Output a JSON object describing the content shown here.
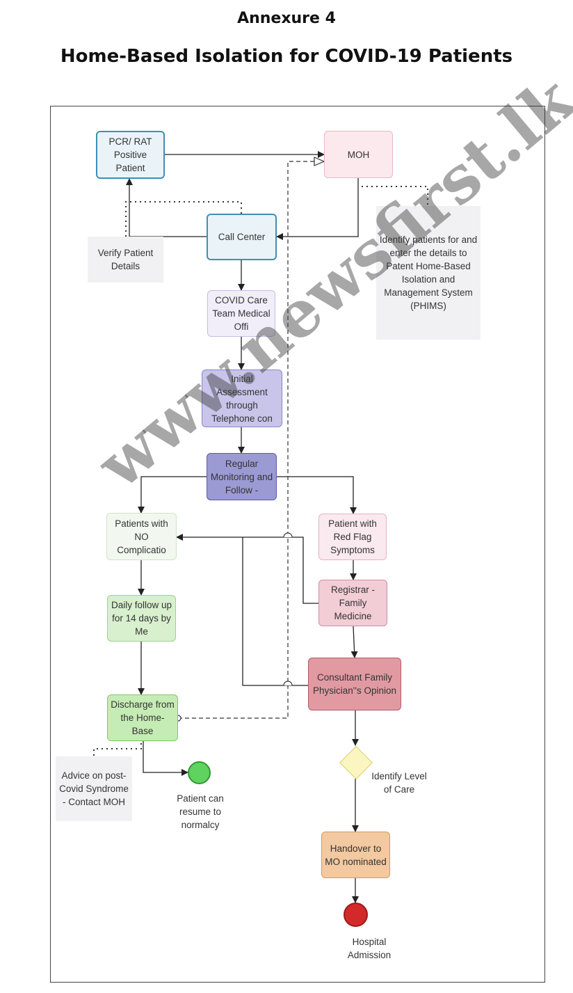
{
  "header": {
    "annexure": "Annexure 4",
    "title": "Home-Based Isolation for COVID-19 Patients"
  },
  "nodes": {
    "pcr_positive": "PCR/ RAT Positive Patient",
    "moh": "MOH",
    "call_center": "Call Center",
    "covid_care_team": "COVID Care Team Medical Offi",
    "initial_assessment": "Initial Assessment through Telephone con",
    "regular_monitoring": "Regular Monitoring and Follow -",
    "no_complication": "Patients with NO Complicatio",
    "red_flag": "Patient with Red Flag Symptoms",
    "registrar": "Registrar - Family Medicine",
    "daily_followup": "Daily follow up for 14 days by Me",
    "consultant": "Consultant Family Physician''s Opinion",
    "discharge": "Discharge from the Home-Base",
    "handover": "Handover to MO nominated"
  },
  "notes": {
    "verify_details": "Verify Patient Details",
    "identify_patients": "Identify patients  for and enter the details to Patent Home-Based Isolation and Management System (PHIMS)",
    "advice_post_covid": "Advice on post-Covid Syndrome - Contact MOH"
  },
  "events": {
    "resume_normalcy": "Patient can resume to normalcy",
    "identify_level": "Identify Level of Care",
    "hospital_admission": "Hospital Admission"
  },
  "watermark": "www.newsfirst.lk",
  "colors": {
    "blue_border": "#3d8fb6",
    "moh_fill": "#fbe9ee",
    "purple_fill": "#c9c4ea",
    "violet_fill": "#9c9ad3",
    "green_fill": "#c6ecb6",
    "pink_fill": "#f2cdd6",
    "consultant_fill": "#e19aa2",
    "handover_fill": "#f2c9a0",
    "start_green": "#5fd35f",
    "end_red": "#d22a2a"
  }
}
